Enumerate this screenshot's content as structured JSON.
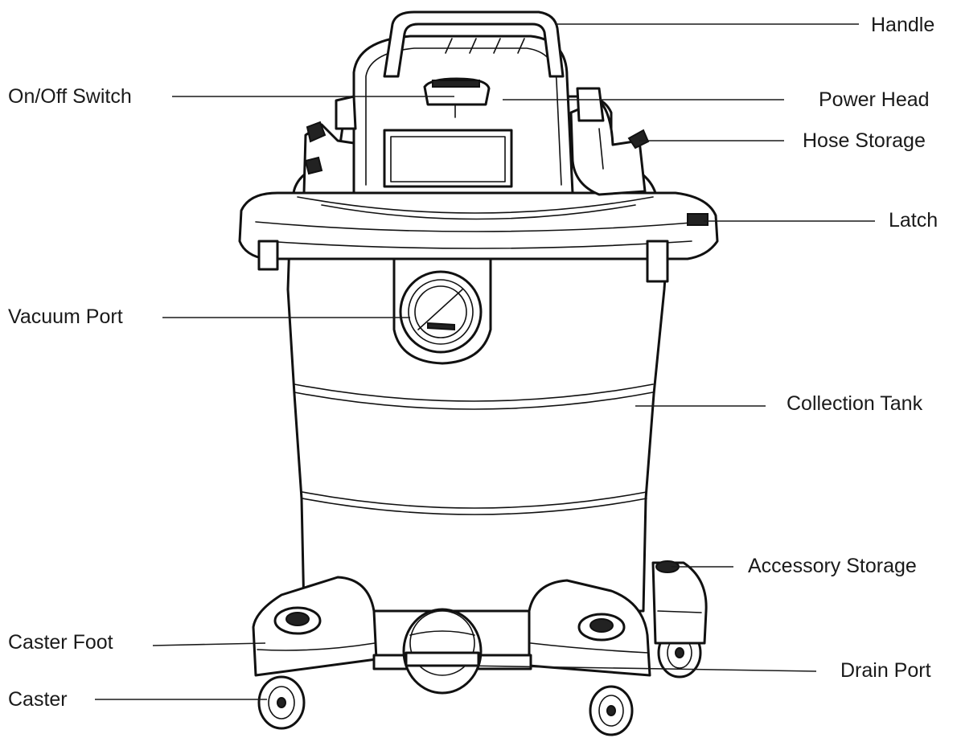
{
  "labels": {
    "handle": "Handle",
    "on_off_switch": "On/Off Switch",
    "power_head": "Power Head",
    "hose_storage": "Hose Storage",
    "latch": "Latch",
    "vacuum_port": "Vacuum Port",
    "collection_tank": "Collection Tank",
    "accessory_storage": "Accessory Storage",
    "caster_foot": "Caster Foot",
    "drain_port": "Drain Port",
    "caster": "Caster"
  }
}
